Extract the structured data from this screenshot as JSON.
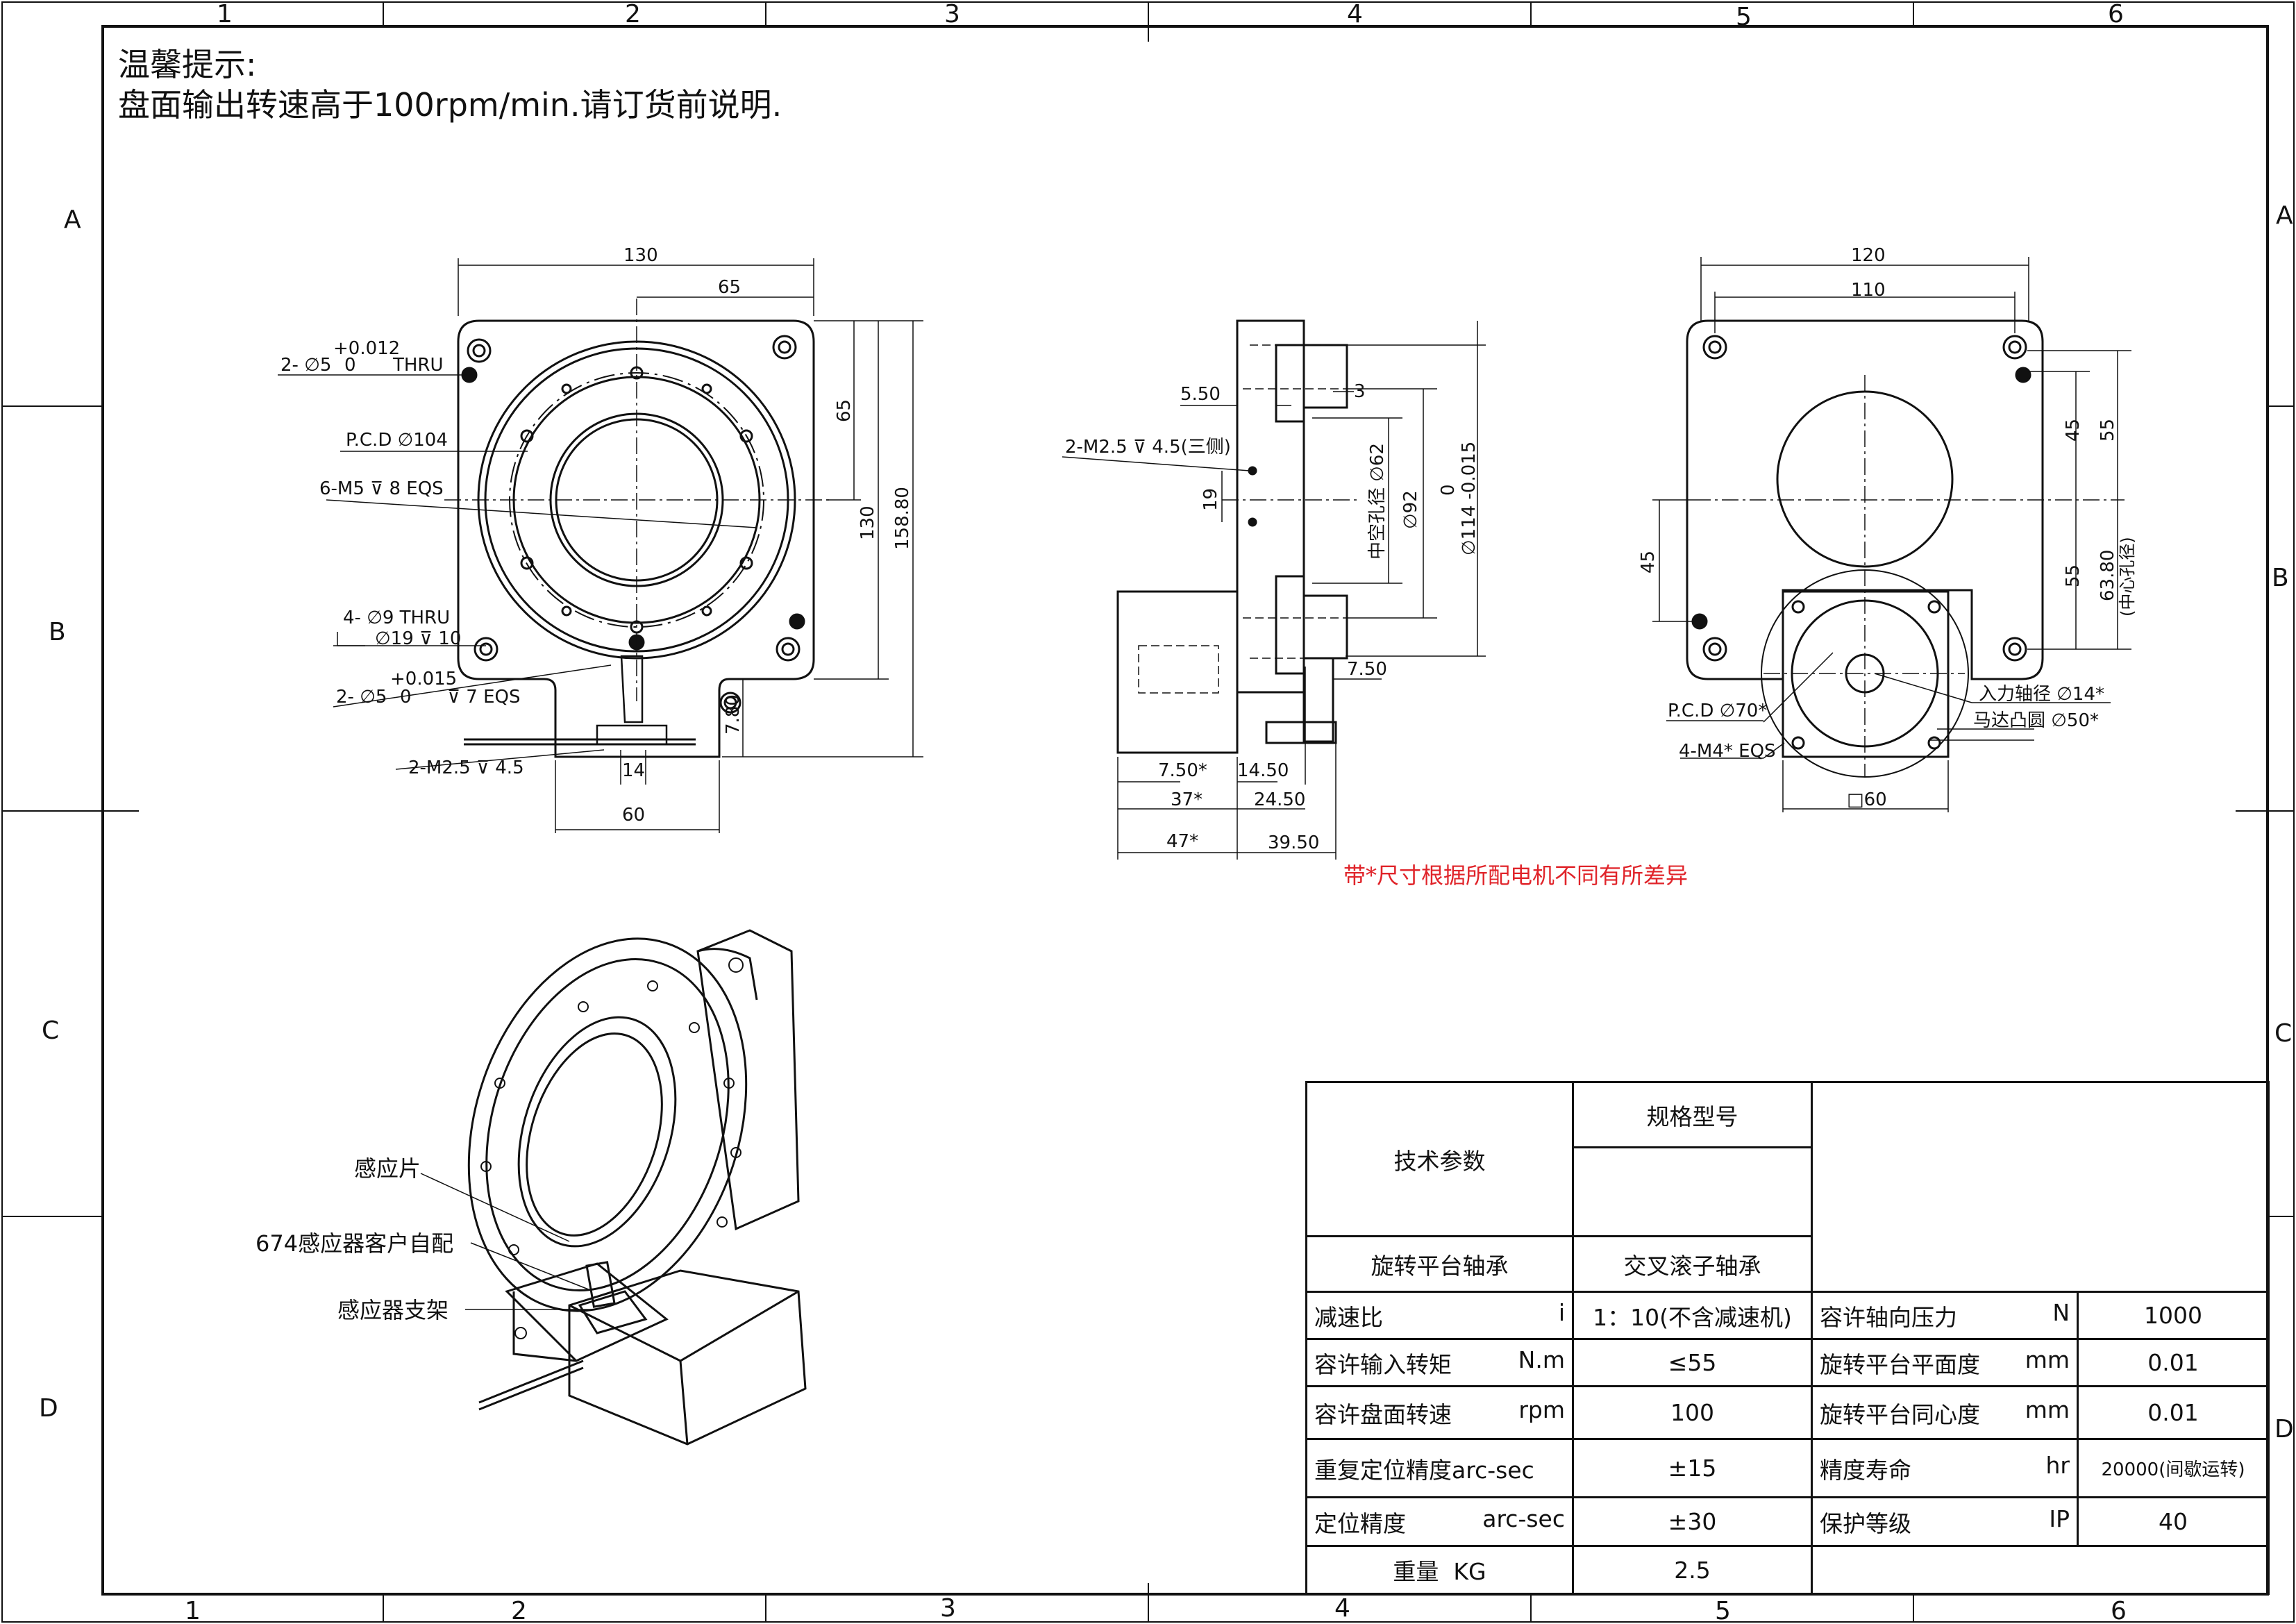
{
  "frame": {
    "columns_top": [
      "1",
      "2",
      "3",
      "4",
      "5",
      "6"
    ],
    "columns_bottom": [
      "1",
      "2",
      "3",
      "4",
      "5",
      "6"
    ],
    "rows_left": [
      "A",
      "B",
      "C",
      "D"
    ],
    "rows_right": [
      "A",
      "B",
      "C",
      "D"
    ]
  },
  "notice": {
    "title": "温馨提示:",
    "text": "盘面输出转速高于100rpm/min.请订货前说明."
  },
  "front_view": {
    "dims": {
      "width_130": "130",
      "half_65": "65",
      "right_65": "65",
      "right_130": "130",
      "right_158": "158.80",
      "hole_thru_prefix": "2- ∅5",
      "hole_thru_tol": "+0.012",
      "hole_thru_tol_low": "0",
      "hole_thru_suffix": "THRU",
      "pcd": "P.C.D ∅104",
      "m5": "6-M5 ⊽ 8 EQS",
      "nine_thru": "4- ∅9 THRU",
      "counterbore": "∅19 ⊽ 10",
      "hole7_prefix": "2- ∅5",
      "hole7_tol": "+0.015",
      "hole7_tol_low": "0",
      "hole7_suffix": "⊽ 7 EQS",
      "m25": "2-M2.5 ⊽ 4.5",
      "d14": "14",
      "d60": "60",
      "d780": "7.80"
    }
  },
  "side_view": {
    "dims": {
      "d550": "5.50",
      "d3": "3",
      "m25_three": "2-M2.5 ⊽ 4.5(三侧)",
      "d19": "19",
      "hollow62": "中空孔径 ∅62",
      "d92": "∅92",
      "d114_top": "0",
      "d114": "∅114 -0.015",
      "d750r": "7.50",
      "d750b": "7.50*",
      "d1450": "14.50",
      "d37": "37*",
      "d2450": "24.50",
      "d47": "47*",
      "d3950": "39.50"
    },
    "variance_note": "带*尺寸根据所配电机不同有所差异"
  },
  "motor_view": {
    "dims": {
      "d120": "120",
      "d110": "110",
      "d45r": "45",
      "d55r": "55",
      "d45l": "45",
      "d55b": "55",
      "d6380": "63.80",
      "center_hole": "(中心孔径)",
      "input_shaft": "入力轴径 ∅14*",
      "motor_boss": "马达凸圆  ∅50*",
      "pcd70": "P.C.D ∅70*",
      "m4": "4-M4* EQS",
      "sq60": "□60"
    }
  },
  "iso_callouts": {
    "sensor_plate": "感应片",
    "sensor_674": "674感应器客户自配",
    "sensor_bracket": "感应器支架"
  },
  "spec_table": {
    "tech_params": "技术参数",
    "model_header": "规格型号",
    "model_value": "",
    "bearing_label": "旋转平台轴承",
    "bearing_value": "交叉滚子轴承",
    "rows": [
      {
        "left_label": "减速比",
        "left_unit": "i",
        "left_value": "1：10(不含减速机)",
        "right_label": "容许轴向压力",
        "right_unit": "N",
        "right_value": "1000"
      },
      {
        "left_label": "容许输入转矩",
        "left_unit": "N.m",
        "left_value": "≤55",
        "right_label": "旋转平台平面度",
        "right_unit": "mm",
        "right_value": "0.01"
      },
      {
        "left_label": "容许盘面转速",
        "left_unit": "rpm",
        "left_value": "100",
        "right_label": "旋转平台同心度",
        "right_unit": "mm",
        "right_value": "0.01"
      },
      {
        "left_label": "重复定位精度arc-sec",
        "left_unit": "",
        "left_value": "±15",
        "right_label": "精度寿命",
        "right_unit": "hr",
        "right_value": "20000(间歇运转)"
      },
      {
        "left_label": "定位精度",
        "left_unit": "arc-sec",
        "left_value": "±30",
        "right_label": "保护等级",
        "right_unit": "IP",
        "right_value": "40"
      }
    ],
    "weight_label": "重量",
    "weight_unit": "KG",
    "weight_value": "2.5"
  }
}
